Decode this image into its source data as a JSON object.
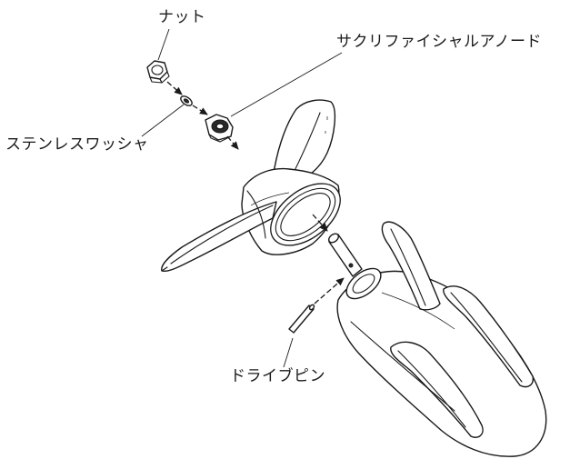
{
  "labels": {
    "nut": "ナット",
    "anode": "サクリファイシャルアノード",
    "washer": "ステンレスワッシャ",
    "drive_pin": "ドライブピン"
  },
  "colors": {
    "line": "#1a1a1a",
    "background": "#ffffff"
  }
}
